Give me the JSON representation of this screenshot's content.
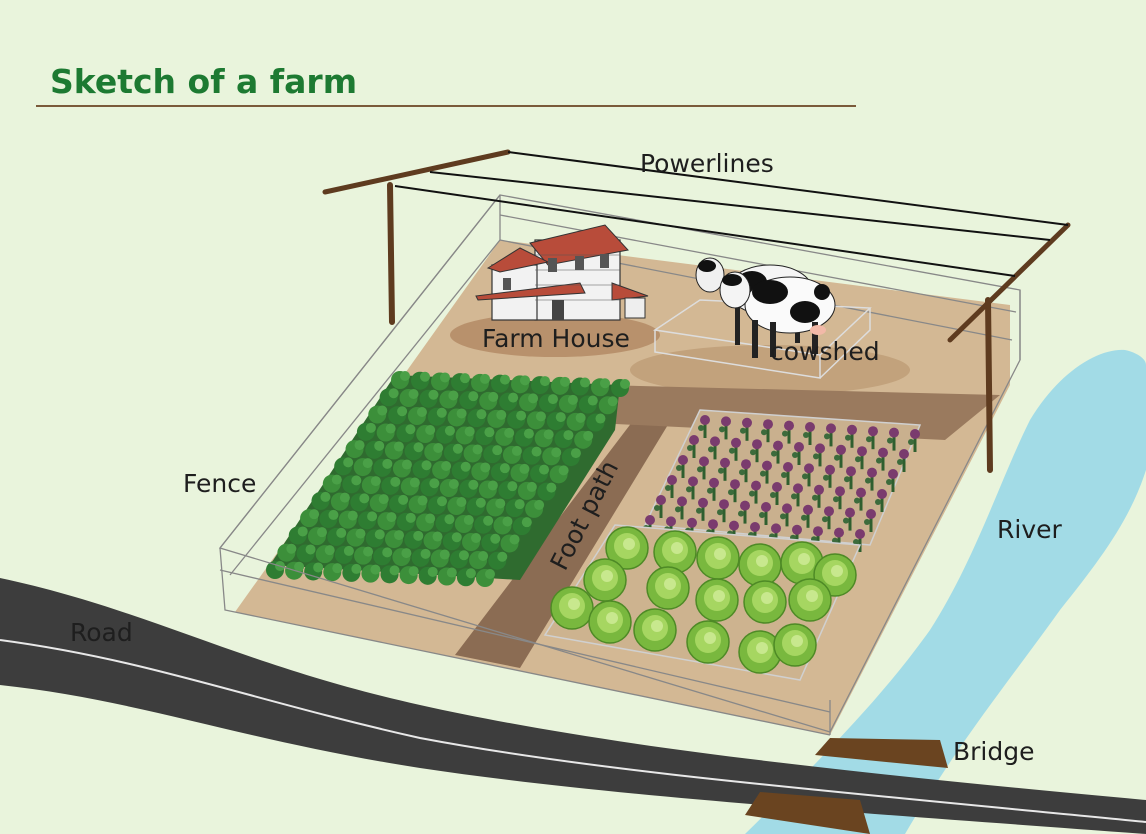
{
  "title": "Sketch of a farm",
  "labels": {
    "powerlines": "Powerlines",
    "farm_house": "Farm House",
    "cowshed": "cowshed",
    "fence": "Fence",
    "foot_path": "Foot path",
    "river": "River",
    "road": "Road",
    "bridge": "Bridge"
  },
  "colors": {
    "background": "#e9f4dc",
    "title": "#1d7a32",
    "ground": "#d3b894",
    "path": "#8b6c53",
    "road": "#3d3d3d",
    "river": "#a2dbe6",
    "bridge": "#6a4420",
    "pole": "#5e3b1f",
    "crop": "#2f6b2f",
    "cabbage": "#8cc64d",
    "flower": "#7a3b6e"
  }
}
